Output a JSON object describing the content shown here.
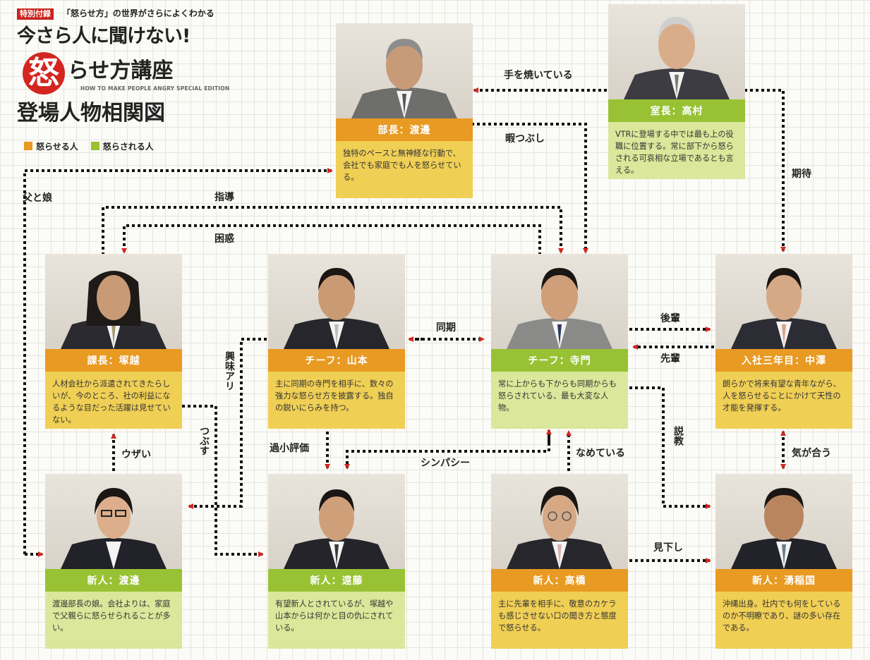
{
  "header": {
    "supplement_badge": "特別付録",
    "supplement_text": "「怒らせ方」の世界がさらによくわかる",
    "title_line1": "今さら人に聞けない!",
    "title_char": "怒",
    "title_line2": "らせ方講座",
    "title_sub": "HOW TO MAKE PEOPLE ANGRY SPECIAL EDITION",
    "title_line3": "登場人物相関図"
  },
  "legend": {
    "angerer_label": "怒らせる人",
    "angered_label": "怒らされる人",
    "angerer_color": "#e89a22",
    "angered_color": "#98c234"
  },
  "characters": {
    "watanabe_bucho": {
      "name": "部長：渡邊",
      "desc": "独特のペースと無神経な行動で、会社でも家庭でも人を怒らせている。"
    },
    "takamura": {
      "name": "室長：高村",
      "desc": "VTRに登場する中では最も上の役職に位置する。常に部下から怒らされる可哀相な立場であるとも言える。"
    },
    "tsukagoshi": {
      "name": "課長：塚越",
      "desc": "人材会社から派遣されてきたらしいが、今のところ、社の利益になるような目だった活躍は見せていない。"
    },
    "yamamoto": {
      "name": "チーフ：山本",
      "desc": "主に同期の寺門を相手に、数々の強力な怒らせ方を披露する。独自の鋭いにらみを持つ。"
    },
    "terakado": {
      "name": "チーフ：寺門",
      "desc": "常に上からも下からも同期からも怒らされている、最も大変な人物。"
    },
    "nakazawa": {
      "name": "入社三年目：中澤",
      "desc": "朗らかで将来有望な青年ながら、人を怒らせることにかけて天性の才能を発揮する。"
    },
    "watanabe_shinjin": {
      "name": "新人：渡邊",
      "desc": "渡邊部長の娘。会社よりは、家庭で父親らに怒らせられることが多い。"
    },
    "endo": {
      "name": "新人：遠藤",
      "desc": "有望新人とされているが、塚越や山本からは何かと目の仇にされている。"
    },
    "takahashi": {
      "name": "新人：高橋",
      "desc": "主に先輩を相手に、敬意のカケラも感じさせない口の聞き方と態度で怒らせる。"
    },
    "yugakuni": {
      "name": "新人：湧稲国",
      "desc": "沖縄出身。社内でも何をしているのか不明瞭であり、謎の多い存在である。"
    }
  },
  "relations": {
    "te_wo_yaiteiru": "手を焼いている",
    "himatsubushi": "暇つぶし",
    "kitai": "期待",
    "chichi_to_musume": "父と娘",
    "shido": "指導",
    "konwaku": "困惑",
    "kyomi_ari": "興味アリ",
    "tsubusu": "つぶす",
    "douki": "同期",
    "kouhai": "後輩",
    "senpai": "先輩",
    "sekkyo": "説教",
    "uzai": "ウザい",
    "kashou_hyouka": "過小評価",
    "sympathy": "シンパシー",
    "nameteiru": "なめている",
    "ki_ga_au": "気が合う",
    "mikudashi": "見下し"
  },
  "colors": {
    "arrow_red": "#d32620",
    "connector": "#111111"
  }
}
